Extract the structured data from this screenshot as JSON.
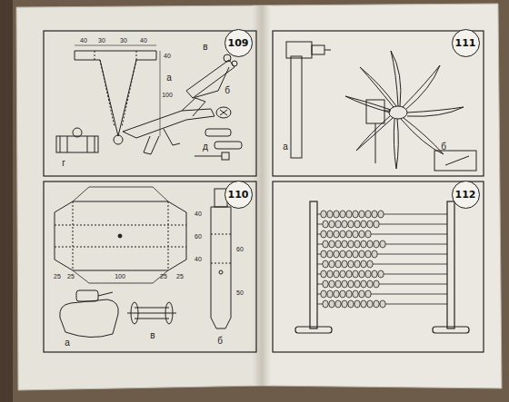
{
  "diagram": {
    "nodes": [
      {
        "text": [
          "109"
        ]
      },
      {
        "text": [
          "110"
        ]
      },
      {
        "text": [
          "111"
        ]
      },
      {
        "text": [
          "112"
        ]
      }
    ],
    "edges": [],
    "labels": [
      "40",
      "30",
      "30",
      "40",
      "40",
      "100",
      "в",
      "а",
      "б",
      "г",
      "д",
      "40",
      "60",
      "40",
      "25",
      "25",
      "100",
      "25",
      "25",
      "а",
      "в",
      "60",
      "50",
      "б",
      "а",
      "б"
    ]
  }
}
